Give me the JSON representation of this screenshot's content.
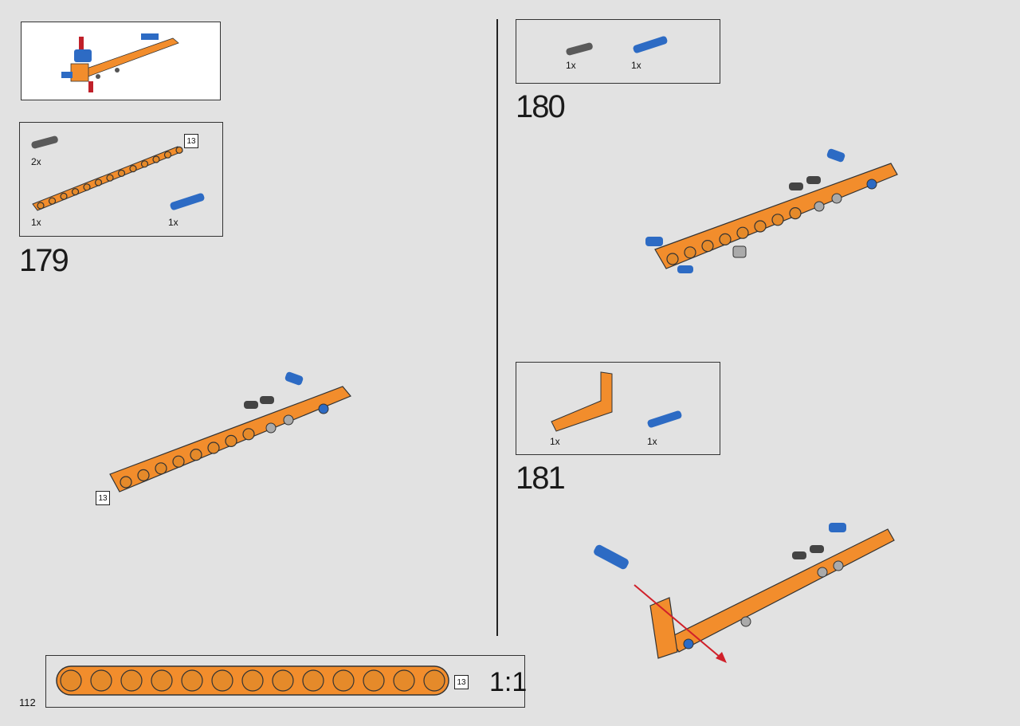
{
  "page": {
    "number": "112"
  },
  "submodel": {
    "image": "submodel-preview-icon"
  },
  "steps": [
    {
      "number": "179",
      "parts": [
        {
          "name": "gray-axle-pin",
          "qty": "2x"
        },
        {
          "name": "orange-beam-13",
          "qty": "1x",
          "length": "13"
        },
        {
          "name": "blue-axle-pin",
          "qty": "1x"
        }
      ],
      "callout_length": "13"
    },
    {
      "number": "180",
      "parts": [
        {
          "name": "gray-axle-pin",
          "qty": "1x"
        },
        {
          "name": "blue-axle-pin",
          "qty": "1x"
        }
      ]
    },
    {
      "number": "181",
      "parts": [
        {
          "name": "orange-angle-beam",
          "qty": "1x"
        },
        {
          "name": "blue-axle-pin",
          "qty": "1x"
        }
      ]
    }
  ],
  "scale_ruler": {
    "length": "13",
    "scale": "1:1"
  },
  "colors": {
    "orange": "#f28d2c",
    "blue": "#2d6bc4",
    "gray": "#8f8f8f",
    "red": "#d0202a"
  }
}
